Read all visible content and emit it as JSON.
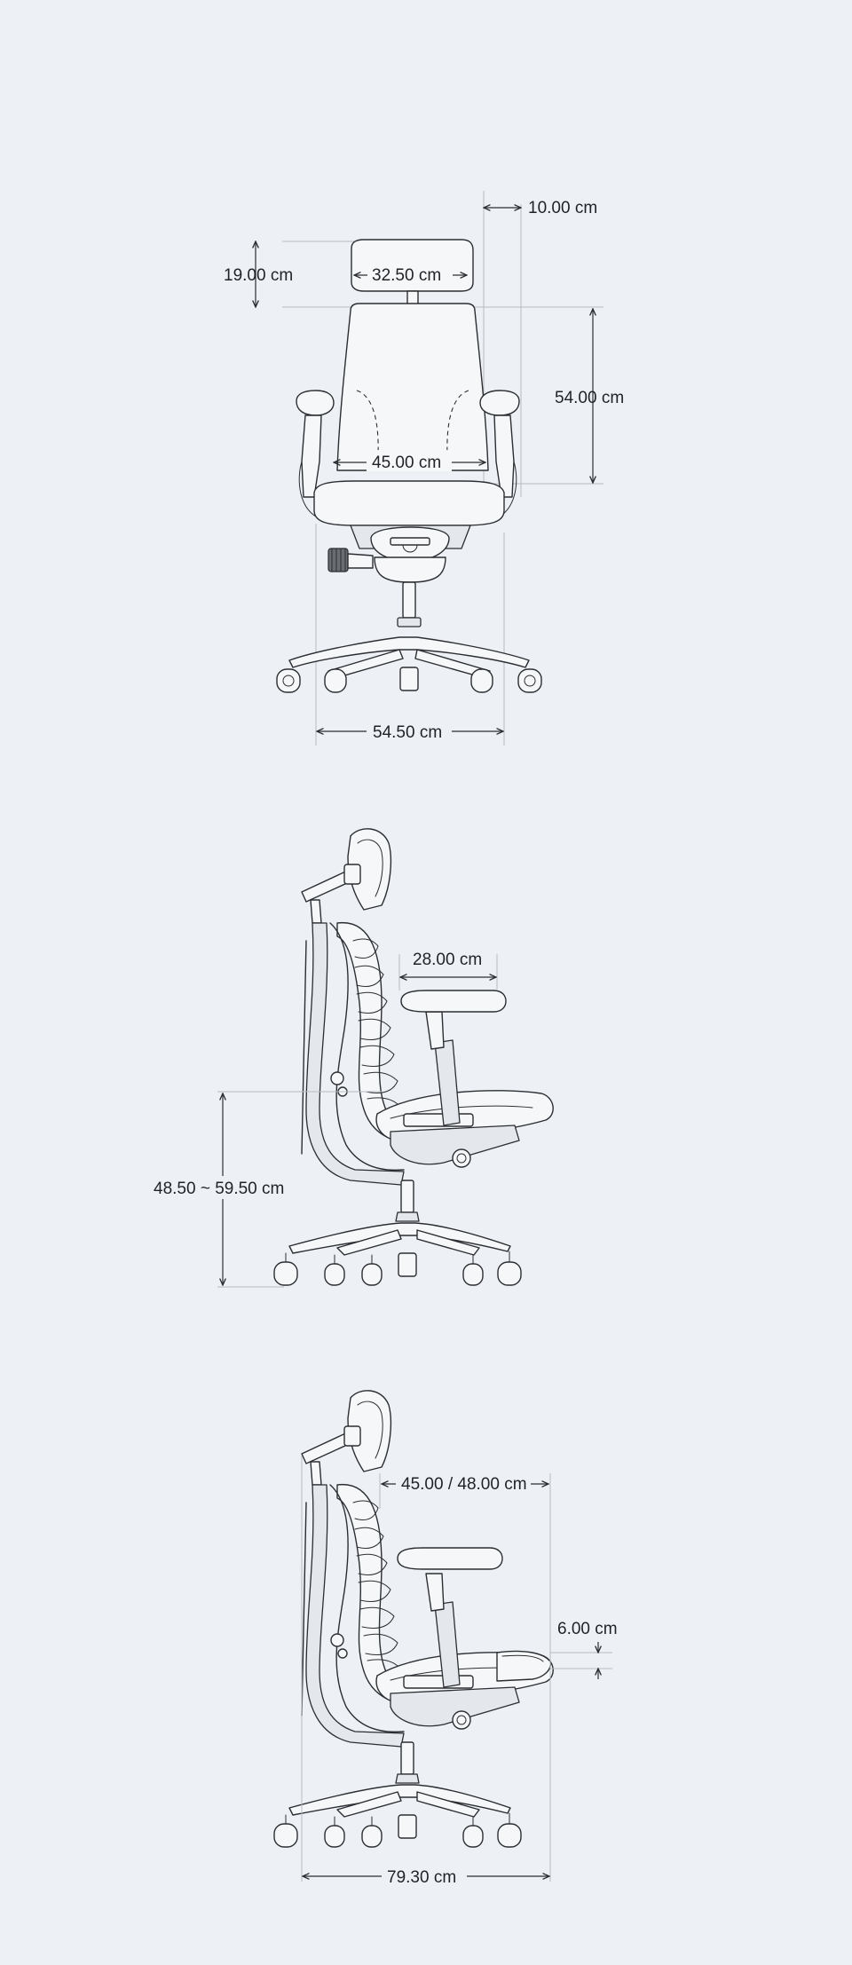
{
  "views": [
    {
      "id": "front",
      "dimensions": {
        "shoulder_offset": "10.00 cm",
        "headrest_height": "19.00 cm",
        "headrest_width": "32.50 cm",
        "backrest_height": "54.00 cm",
        "backrest_width": "45.00 cm",
        "overall_width": "54.50 cm"
      }
    },
    {
      "id": "side",
      "dimensions": {
        "armrest_depth": "28.00 cm",
        "seat_height": "48.50 ~ 59.50 cm"
      }
    },
    {
      "id": "side-extended",
      "dimensions": {
        "seat_depth": "45.00 / 48.00 cm",
        "seat_slide": "6.00 cm",
        "overall_depth": "79.30 cm"
      }
    }
  ],
  "colors": {
    "background": "#edf0f4",
    "line": "#2b2f33",
    "guide": "#b7bcc3",
    "text": "#1f2327"
  }
}
